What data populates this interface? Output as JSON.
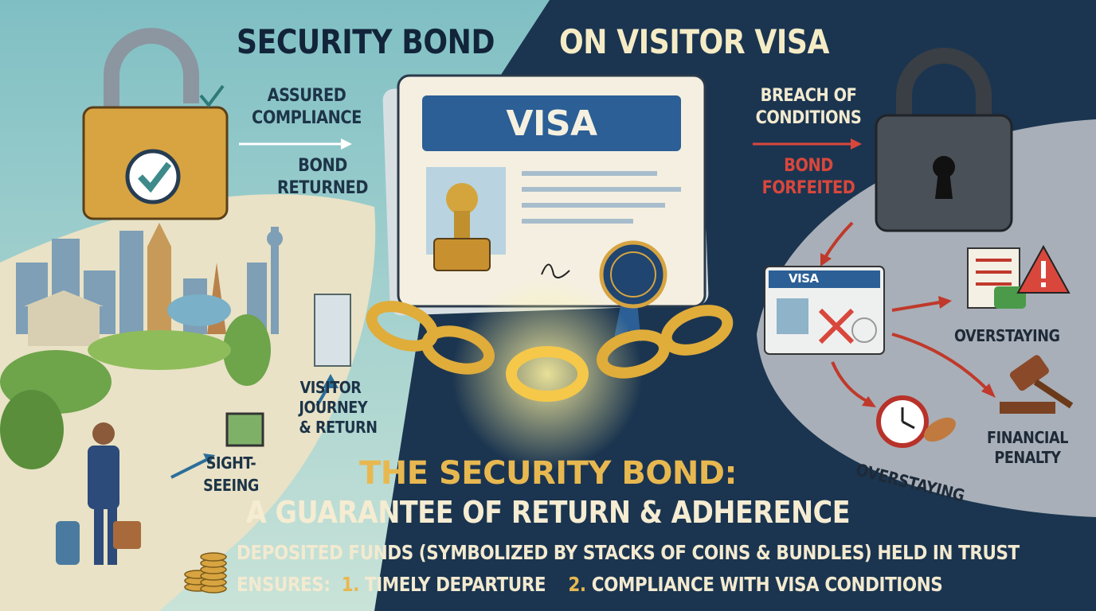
{
  "title": {
    "part1": "SECURITY BOND",
    "part2": "ON VISITOR VISA"
  },
  "left": {
    "check_label": [
      "ASSURED",
      "COMPLIANCE"
    ],
    "result_label": [
      "BOND",
      "RETURNED"
    ],
    "journey_label": [
      "VISITOR",
      "JOURNEY",
      "& RETURN"
    ],
    "sightseeing_label": [
      "SIGHT-",
      "SEEING"
    ]
  },
  "center": {
    "visa_label": "VISA"
  },
  "right": {
    "breach_label": [
      "BREACH OF",
      "CONDITIONS"
    ],
    "result_label": [
      "BOND",
      "FORFEITED"
    ],
    "torn_visa_label": "VISA",
    "overstaying_label_1": "OVERSTAYING",
    "overstaying_label_2": "OVERSTAYING",
    "penalty_label": [
      "FINANCIAL",
      "PENALTY"
    ]
  },
  "summary": {
    "heading": "THE SECURITY BOND:",
    "subheading": "A GUARANTEE OF RETURN & ADHERENCE",
    "line1": "DEPOSITED FUNDS (SYMBOLIZED BY STACKS OF COINS & BUNDLES) HELD IN TRUST",
    "line2_prefix": "ENSURES:",
    "item1_num": "1.",
    "item1": "TIMELY DEPARTURE",
    "item2_num": "2.",
    "item2": "COMPLIANCE WITH VISA CONDITIONS"
  },
  "colors": {
    "left_bg": "#8cc5c8",
    "right_bg": "#1b3550",
    "gold": "#e8b850",
    "red": "#d9473c",
    "grey_area": "#a8afb8"
  },
  "icons": [
    "open-padlock-icon",
    "check-icon",
    "closed-padlock-icon",
    "visa-card-icon",
    "stamp-icon",
    "seal-icon",
    "chain-icon",
    "torn-visa-icon",
    "warning-icon",
    "gavel-icon",
    "clock-icon",
    "coins-icon",
    "traveler-icon",
    "city-icon"
  ]
}
